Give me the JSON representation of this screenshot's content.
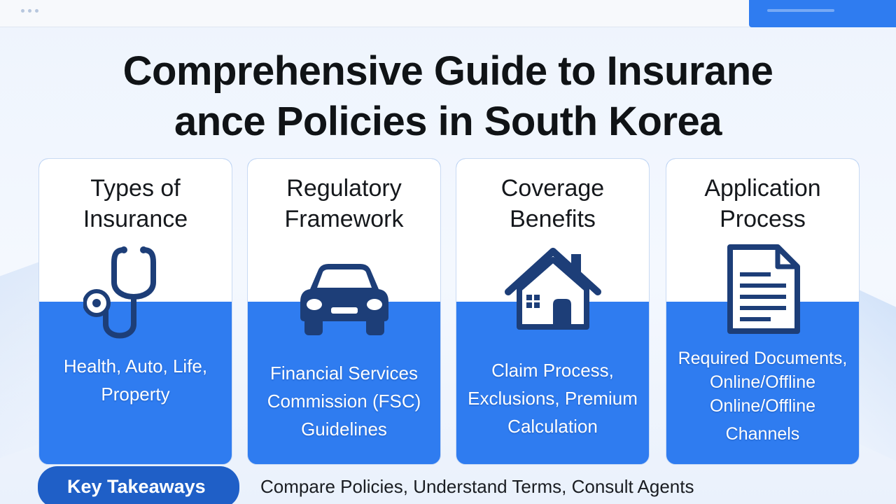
{
  "title_line1": "Comprehensive Guide to Insurane",
  "title_line2": "ance Policies in South Korea",
  "colors": {
    "accent": "#2f7cf0",
    "icon": "#1d3e78",
    "pill": "#1f5fc7"
  },
  "cards": [
    {
      "heading": [
        "Types of",
        "Insurance"
      ],
      "icon": "stethoscope-icon",
      "body": [
        "Health, Auto, Life,",
        "Property"
      ]
    },
    {
      "heading": [
        "Regulatory",
        "Framework"
      ],
      "icon": "car-icon",
      "body": [
        "Financial Services",
        "Commission (FSC)",
        "Guidelines"
      ]
    },
    {
      "heading": [
        "Coverage",
        "Benefits"
      ],
      "icon": "house-icon",
      "body": [
        "Claim Process,",
        "Exclusions, Premium",
        "Calculation"
      ]
    },
    {
      "heading": [
        "Application",
        "Process"
      ],
      "icon": "document-icon",
      "body": [
        "Required Documents,",
        "Online/Offline",
        "Online/Offline",
        "Channels"
      ]
    }
  ],
  "takeaways": {
    "label": "Key Takeaways",
    "text": "Compare Policies, Understand Terms, Consult Agents"
  }
}
